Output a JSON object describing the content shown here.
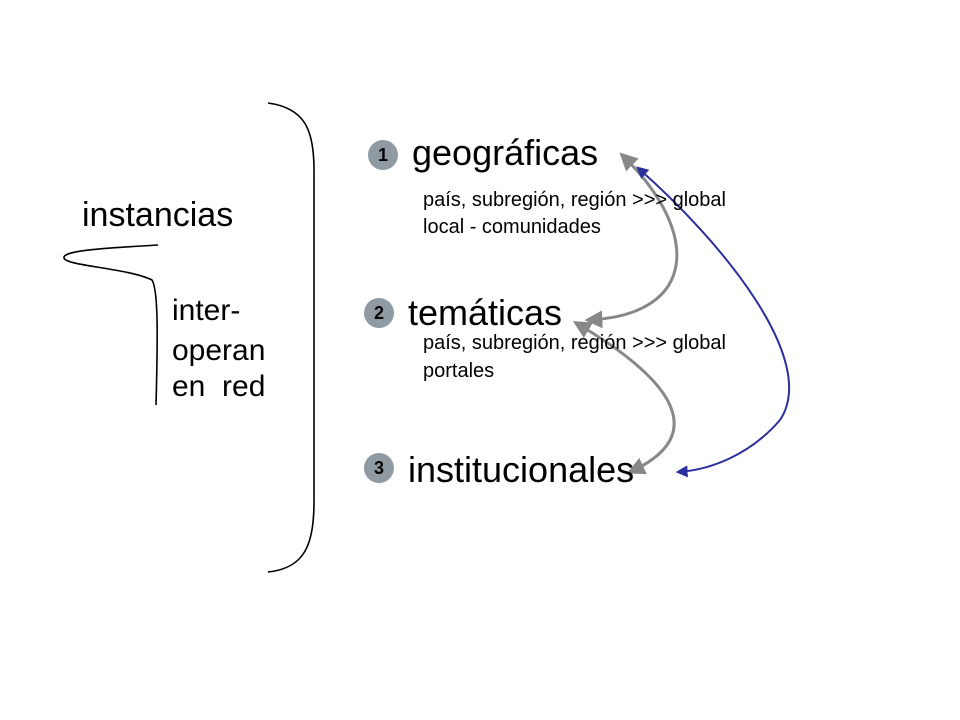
{
  "left": {
    "title": "instancias",
    "sub": [
      "inter-",
      "operan",
      "en  red"
    ]
  },
  "categories": [
    {
      "number": "1",
      "title": "geográficas",
      "details": [
        "país, subregión, región >>> global",
        "local - comunidades"
      ]
    },
    {
      "number": "2",
      "title": "temáticas",
      "details": [
        "país, subregión, región >>> global",
        "portales"
      ]
    },
    {
      "number": "3",
      "title": "institucionales",
      "details": []
    }
  ],
  "colors": {
    "badge": "#8f9aa3",
    "gray_arrow": "#888888",
    "blue_arrow": "#2b2f9e",
    "bracket": "#000000"
  }
}
